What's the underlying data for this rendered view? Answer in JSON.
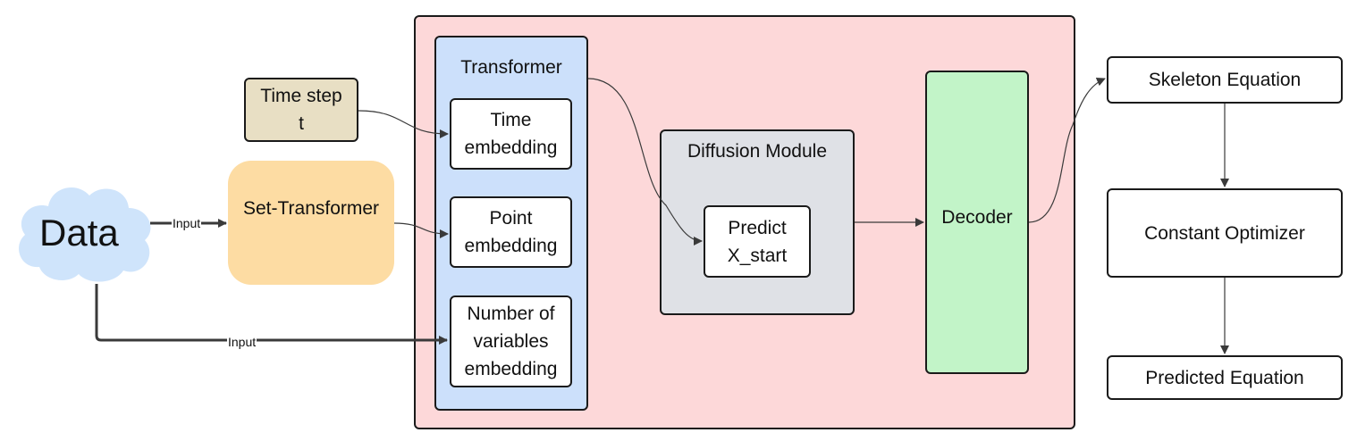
{
  "nodes": {
    "data": "Data",
    "time_step_line1": "Time step",
    "time_step_line2": "t",
    "set_transformer": "Set-Transformer",
    "transformer": "Transformer",
    "time_embedding_line1": "Time",
    "time_embedding_line2": "embedding",
    "point_embedding_line1": "Point",
    "point_embedding_line2": "embedding",
    "numvars_line1": "Number of",
    "numvars_line2": "variables",
    "numvars_line3": "embedding",
    "diffusion_module": "Diffusion Module",
    "predict_line1": "Predict",
    "predict_line2": "X_start",
    "decoder": "Decoder",
    "skeleton_equation": "Skeleton Equation",
    "constant_optimizer": "Constant Optimizer",
    "predicted_equation": "Predicted Equation"
  },
  "edge_labels": {
    "data_to_set": "Input",
    "data_to_numvars": "Input"
  },
  "colors": {
    "main_panel": "#fdd8d9",
    "transformer": "#cce0fb",
    "diffusion": "#dfe1e6",
    "decoder": "#c2f4c8",
    "time_step": "#e8dfc4",
    "set_transformer": "#fddca3",
    "data_cloud": "#cfe4fb",
    "outline": "#1a1a1a",
    "arrow": "#3a3a3a"
  }
}
